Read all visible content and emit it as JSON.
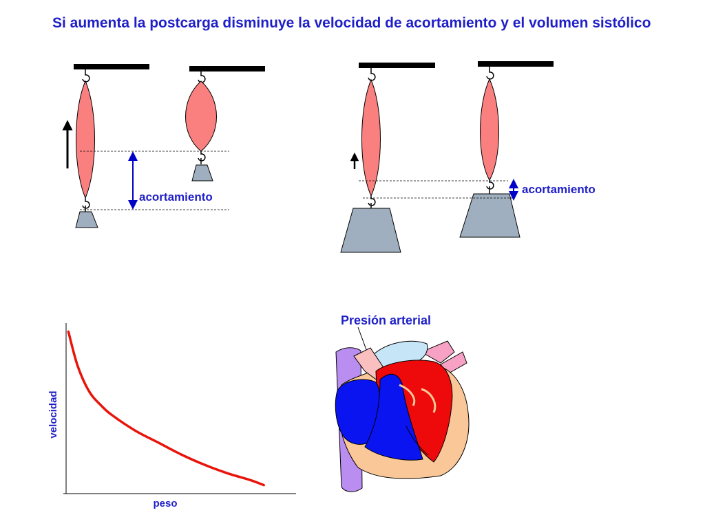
{
  "slide": {
    "title": "Si aumenta la postcarga disminuye la velocidad de acortamiento y el volumen sistólico",
    "shortening_label_left": "acortamiento",
    "shortening_label_right": "acortamiento",
    "heart_label": "Presión arterial"
  },
  "colors": {
    "title": "#1f1fc8",
    "muscle": "#fa8080",
    "weight": "#9fafbf",
    "curve": "#e8140c",
    "heart_red": "#ee0a0a",
    "heart_blue": "#0a14f0",
    "vein_purple": "#b98ef0",
    "pericardium": "#fac898"
  },
  "chart_data": {
    "type": "line",
    "title": "",
    "xlabel": "peso",
    "ylabel": "velocidad",
    "show_ticks": false,
    "grid": false,
    "xlim": [
      0,
      1
    ],
    "ylim": [
      0,
      1
    ],
    "series": [
      {
        "name": "",
        "x": [
          0.01,
          0.05,
          0.1,
          0.15,
          0.2,
          0.3,
          0.4,
          0.5,
          0.6,
          0.7,
          0.8,
          0.86
        ],
        "y": [
          0.95,
          0.75,
          0.6,
          0.52,
          0.46,
          0.37,
          0.3,
          0.23,
          0.17,
          0.12,
          0.08,
          0.05
        ]
      }
    ]
  }
}
